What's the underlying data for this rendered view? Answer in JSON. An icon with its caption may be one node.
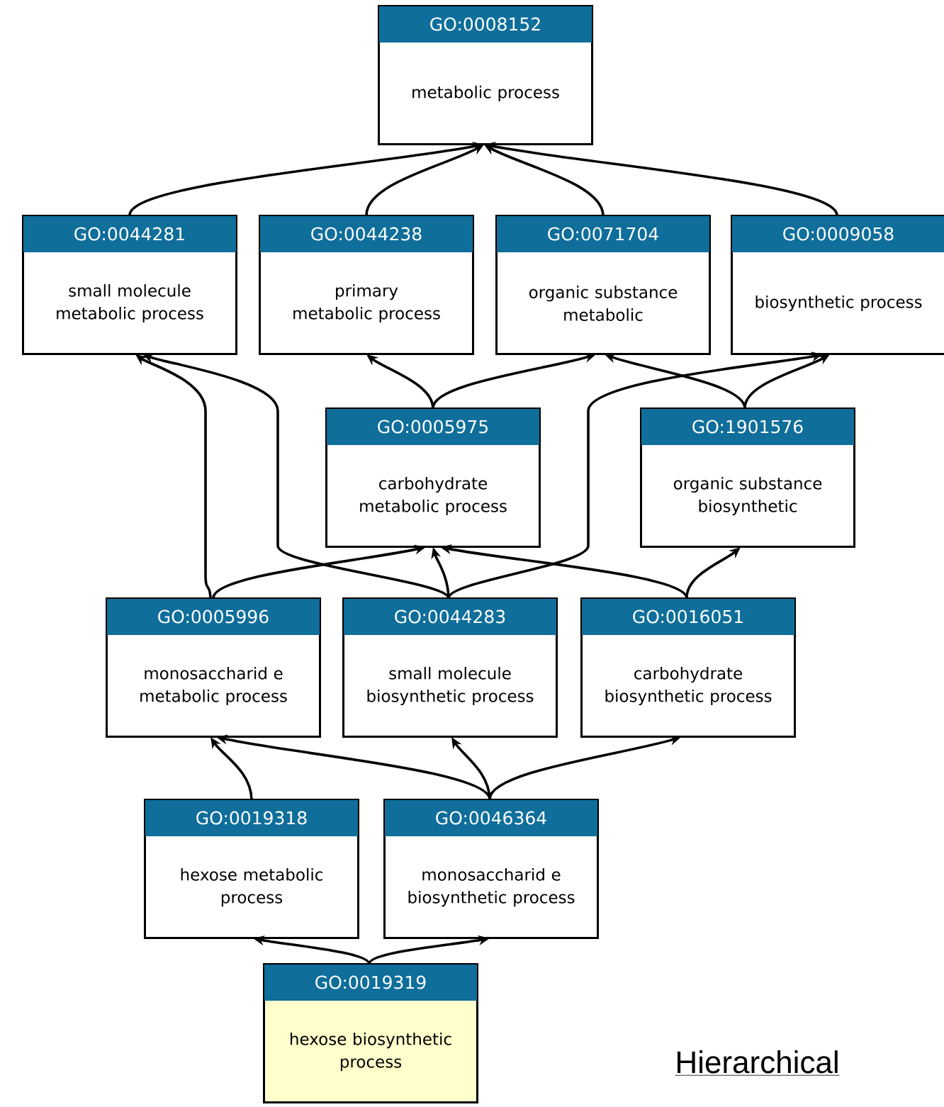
{
  "diagram": {
    "nodes": [
      {
        "text": [
          "GO:0008152",
          "metabolic process"
        ]
      },
      {
        "text": [
          "GO:0044281",
          "small molecule metabolic process"
        ]
      },
      {
        "text": [
          "GO:0044238",
          "primary metabolic process"
        ]
      },
      {
        "text": [
          "GO:0071704",
          "organic substance metabolic"
        ]
      },
      {
        "text": [
          "GO:0009058",
          "biosynthetic process"
        ]
      },
      {
        "text": [
          "GO:0005975",
          "carbohydrate metabolic process"
        ]
      },
      {
        "text": [
          "GO:1901576",
          "organic substance biosynthetic"
        ]
      },
      {
        "text": [
          "GO:0005996",
          "monosaccharid e metabolic process"
        ]
      },
      {
        "text": [
          "GO:0044283",
          "small molecule biosynthetic process"
        ]
      },
      {
        "text": [
          "GO:0016051",
          "carbohydrate biosynthetic process"
        ]
      },
      {
        "text": [
          "GO:0019318",
          "hexose metabolic process"
        ]
      },
      {
        "text": [
          "GO:0046364",
          "monosaccharid e biosynthetic process"
        ]
      },
      {
        "text": [
          "GO:0019319",
          "hexose biosynthetic process"
        ]
      }
    ],
    "edges": [
      {
        "from": 1,
        "to": 0,
        "arrow": "to"
      },
      {
        "from": 2,
        "to": 0,
        "arrow": "to"
      },
      {
        "from": 3,
        "to": 0,
        "arrow": "to"
      },
      {
        "from": 4,
        "to": 0,
        "arrow": "to"
      },
      {
        "from": 5,
        "to": 2,
        "arrow": "to"
      },
      {
        "from": 5,
        "to": 3,
        "arrow": "to"
      },
      {
        "from": 6,
        "to": 3,
        "arrow": "to"
      },
      {
        "from": 6,
        "to": 4,
        "arrow": "to"
      },
      {
        "from": 7,
        "to": 1,
        "arrow": "to"
      },
      {
        "from": 7,
        "to": 5,
        "arrow": "to"
      },
      {
        "from": 8,
        "to": 1,
        "arrow": "to"
      },
      {
        "from": 8,
        "to": 5,
        "arrow": "to"
      },
      {
        "from": 8,
        "to": 4,
        "arrow": "to"
      },
      {
        "from": 9,
        "to": 5,
        "arrow": "to"
      },
      {
        "from": 9,
        "to": 6,
        "arrow": "to"
      },
      {
        "from": 10,
        "to": 7,
        "arrow": "to"
      },
      {
        "from": 11,
        "to": 7,
        "arrow": "to"
      },
      {
        "from": 11,
        "to": 8,
        "arrow": "to"
      },
      {
        "from": 11,
        "to": 9,
        "arrow": "to"
      },
      {
        "from": 12,
        "to": 10,
        "arrow": "to"
      },
      {
        "from": 12,
        "to": 11,
        "arrow": "to"
      }
    ],
    "labels": [
      "Hierarchical"
    ]
  }
}
